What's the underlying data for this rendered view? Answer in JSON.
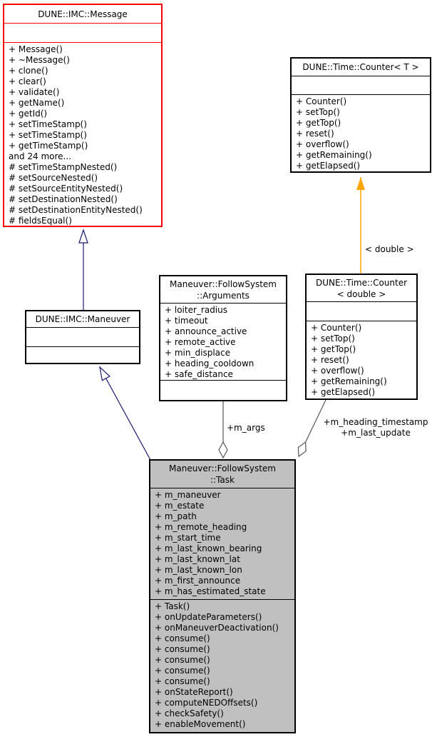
{
  "colors": {
    "inheritance": "#191970",
    "template_edge": "#ffa500",
    "aggregation": "#555555",
    "truncated_border": "#ff0000",
    "node_border": "#000000",
    "highlight_fill": "#c0c0c0"
  },
  "classes": {
    "message": {
      "title": "DUNE::IMC::Message",
      "methods": [
        "+ Message()",
        "+ ~Message()",
        "+ clone()",
        "+ clear()",
        "+ validate()",
        "+ getName()",
        "+ getId()",
        "+ setTimeStamp()",
        "+ setTimeStamp()",
        "+ getTimeStamp()",
        "and 24 more...",
        "# setTimeStampNested()",
        "# setSourceNested()",
        "# setSourceEntityNested()",
        "# setDestinationNested()",
        "# setDestinationEntityNested()",
        "# fieldsEqual()"
      ]
    },
    "counter_t": {
      "title": "DUNE::Time::Counter< T >",
      "methods": [
        "+ Counter()",
        "+ setTop()",
        "+ getTop()",
        "+ reset()",
        "+ overflow()",
        "+ getRemaining()",
        "+ getElapsed()"
      ]
    },
    "arguments": {
      "title_line1": "Maneuver::FollowSystem",
      "title_line2": "::Arguments",
      "attributes": [
        "+ loiter_radius",
        "+ timeout",
        "+ announce_active",
        "+ remote_active",
        "+ min_displace",
        "+ heading_cooldown",
        "+ safe_distance"
      ]
    },
    "counter_double": {
      "title_line1": "DUNE::Time::Counter",
      "title_line2": "< double >",
      "methods": [
        "+ Counter()",
        "+ setTop()",
        "+ getTop()",
        "+ reset()",
        "+ overflow()",
        "+ getRemaining()",
        "+ getElapsed()"
      ]
    },
    "maneuver": {
      "title": "DUNE::IMC::Maneuver"
    },
    "task": {
      "title_line1": "Maneuver::FollowSystem",
      "title_line2": "::Task",
      "attributes": [
        "+ m_maneuver",
        "+ m_estate",
        "+ m_path",
        "+ m_remote_heading",
        "+ m_start_time",
        "+ m_last_known_bearing",
        "+ m_last_known_lat",
        "+ m_last_known_lon",
        "+ m_first_announce",
        "+ m_has_estimated_state"
      ],
      "methods": [
        "+ Task()",
        "+ onUpdateParameters()",
        "+ onManeuverDeactivation()",
        "+ consume()",
        "+ consume()",
        "+ consume()",
        "+ consume()",
        "+ consume()",
        "+ onStateReport()",
        "+ computeNEDOffsets()",
        "+ checkSafety()",
        "+ enableMovement()"
      ]
    }
  },
  "edge_labels": {
    "template_instantiation": "< double >",
    "m_args": "+m_args",
    "heading_line1": "+m_heading_timestamp",
    "heading_line2": "+m_last_update"
  }
}
